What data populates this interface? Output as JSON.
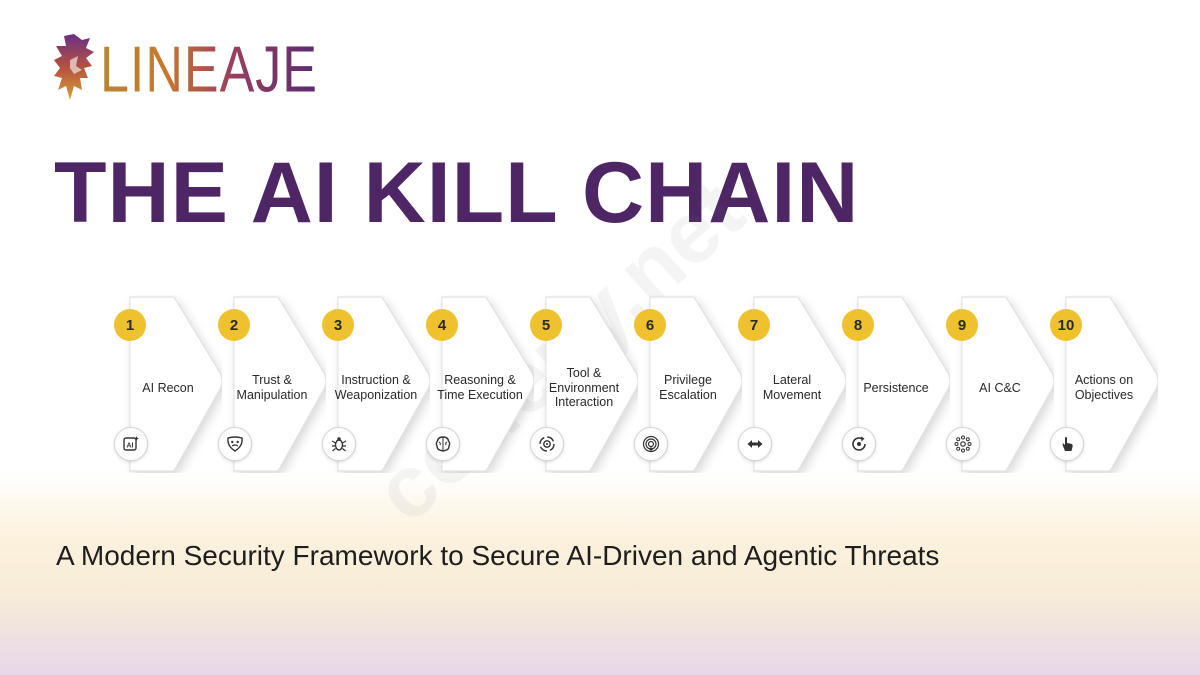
{
  "logo": {
    "text": "LINEAJE"
  },
  "title": "THE AI KILL CHAIN",
  "watermark": "codepy.net",
  "subtitle": "A Modern Security Framework to Secure AI-Driven and Agentic Threats",
  "steps": [
    {
      "number": "1",
      "label": "AI Recon",
      "icon": "ai-chip-icon"
    },
    {
      "number": "2",
      "label": "Trust &\nManipulation",
      "icon": "mask-icon"
    },
    {
      "number": "3",
      "label": "Instruction &\nWeaponization",
      "icon": "bug-icon"
    },
    {
      "number": "4",
      "label": "Reasoning &\nTime Execution",
      "icon": "brain-icon"
    },
    {
      "number": "5",
      "label": "Tool &\nEnvironment\nInteraction",
      "icon": "gear-cycle-icon"
    },
    {
      "number": "6",
      "label": "Privilege\nEscalation",
      "icon": "radar-icon"
    },
    {
      "number": "7",
      "label": "Lateral\nMovement",
      "icon": "arrows-icon"
    },
    {
      "number": "8",
      "label": "Persistence",
      "icon": "refresh-icon"
    },
    {
      "number": "9",
      "label": "AI C&C",
      "icon": "network-icon"
    },
    {
      "number": "10",
      "label": "Actions on\nObjectives",
      "icon": "pointer-icon"
    }
  ],
  "colors": {
    "title": "#4e2666",
    "badge": "#efc12f"
  }
}
